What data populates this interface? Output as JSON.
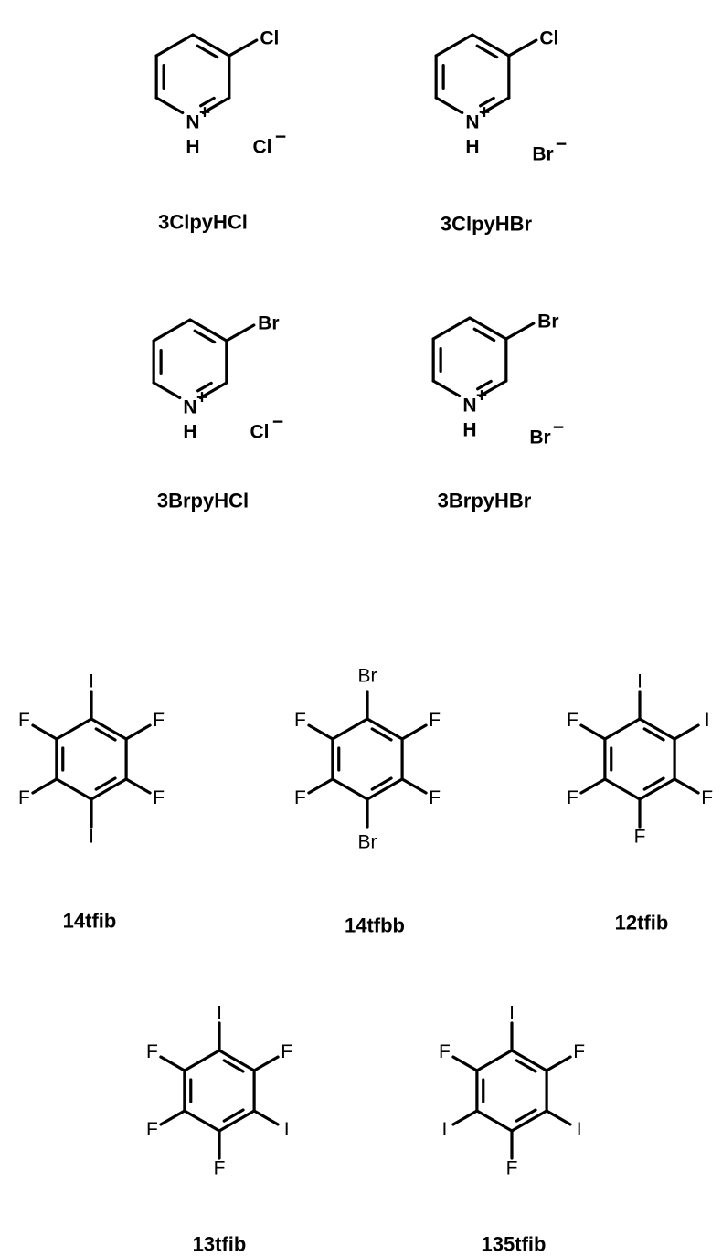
{
  "molecules": [
    {
      "kind": "pyridinium",
      "caption": "3ClpyHCl",
      "substituent": "Cl",
      "nitrogen": "N",
      "charge_plus": "+",
      "hydrogen": "H",
      "counterion": "Cl",
      "charge_minus": "−"
    },
    {
      "kind": "pyridinium",
      "caption": "3ClpyHBr",
      "substituent": "Cl",
      "nitrogen": "N",
      "charge_plus": "+",
      "hydrogen": "H",
      "counterion": "Br",
      "charge_minus": "−"
    },
    {
      "kind": "pyridinium",
      "caption": "3BrpyHCl",
      "substituent": "Br",
      "nitrogen": "N",
      "charge_plus": "+",
      "hydrogen": "H",
      "counterion": "Cl",
      "charge_minus": "−"
    },
    {
      "kind": "pyridinium",
      "caption": "3BrpyHBr",
      "substituent": "Br",
      "nitrogen": "N",
      "charge_plus": "+",
      "hydrogen": "H",
      "counterion": "Br",
      "charge_minus": "−"
    },
    {
      "kind": "benzene",
      "caption": "14tfib",
      "substituents": [
        "I",
        "F",
        "F",
        "I",
        "F",
        "F"
      ]
    },
    {
      "kind": "benzene",
      "caption": "14tfbb",
      "substituents": [
        "Br",
        "F",
        "F",
        "Br",
        "F",
        "F"
      ]
    },
    {
      "kind": "benzene",
      "caption": "12tfib",
      "substituents": [
        "I",
        "I",
        "F",
        "F",
        "F",
        "F"
      ]
    },
    {
      "kind": "benzene",
      "caption": "13tfib",
      "substituents": [
        "I",
        "F",
        "I",
        "F",
        "F",
        "F"
      ]
    },
    {
      "kind": "benzene",
      "caption": "135tfib",
      "substituents": [
        "I",
        "F",
        "I",
        "F",
        "I",
        "F"
      ]
    }
  ]
}
